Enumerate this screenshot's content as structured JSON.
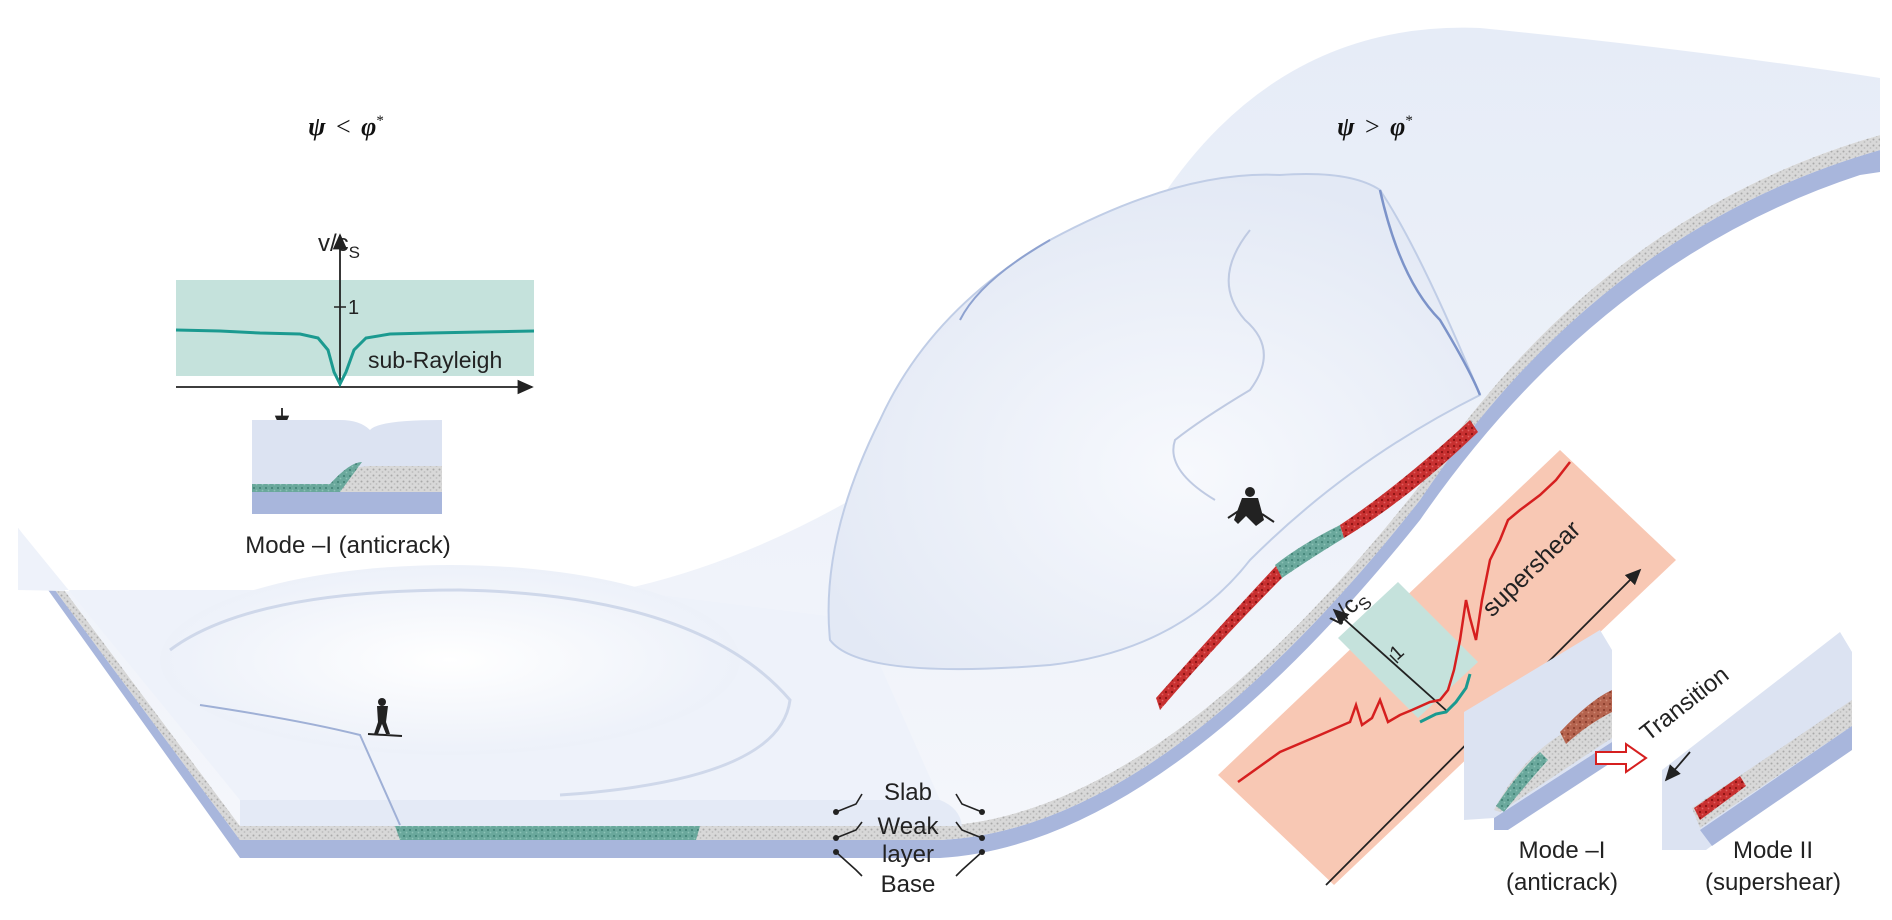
{
  "left_panel": {
    "condition_lhs": "ψ",
    "condition_op": "<",
    "condition_rhs": "φ",
    "condition_star": "*",
    "axis_label": "v/c",
    "axis_sub": "S",
    "tick_one": "1",
    "regime_label": "sub-Rayleigh",
    "mode_caption": "Mode –I (anticrack)"
  },
  "right_panel": {
    "condition_lhs": "ψ",
    "condition_op": ">",
    "condition_rhs": "φ",
    "condition_star": "*",
    "axis_label": "v/c",
    "axis_sub": "S",
    "tick_one": "1",
    "regime_label": "supershear",
    "transition_label": "Transition",
    "mode1_line1": "Mode –I",
    "mode1_line2": "(anticrack)",
    "mode2_line1": "Mode II",
    "mode2_line2": "(supershear)"
  },
  "layers": {
    "slab": "Slab",
    "weak_line1": "Weak",
    "weak_line2": "layer",
    "base": "Base"
  },
  "colors": {
    "snow_surface": "#eef2fa",
    "snow_side": "#dfe6f3",
    "base_layer": "#a8b6dc",
    "weak_layer": "#c9c9c9",
    "crack_teal": "#4f9c8f",
    "sub_rayleigh_bg": "#c5e2dc",
    "supershear_bg": "#f8c8b4",
    "curve_teal": "#1b9a90",
    "curve_red": "#d61f1f",
    "crack_red": "#cc2222"
  }
}
